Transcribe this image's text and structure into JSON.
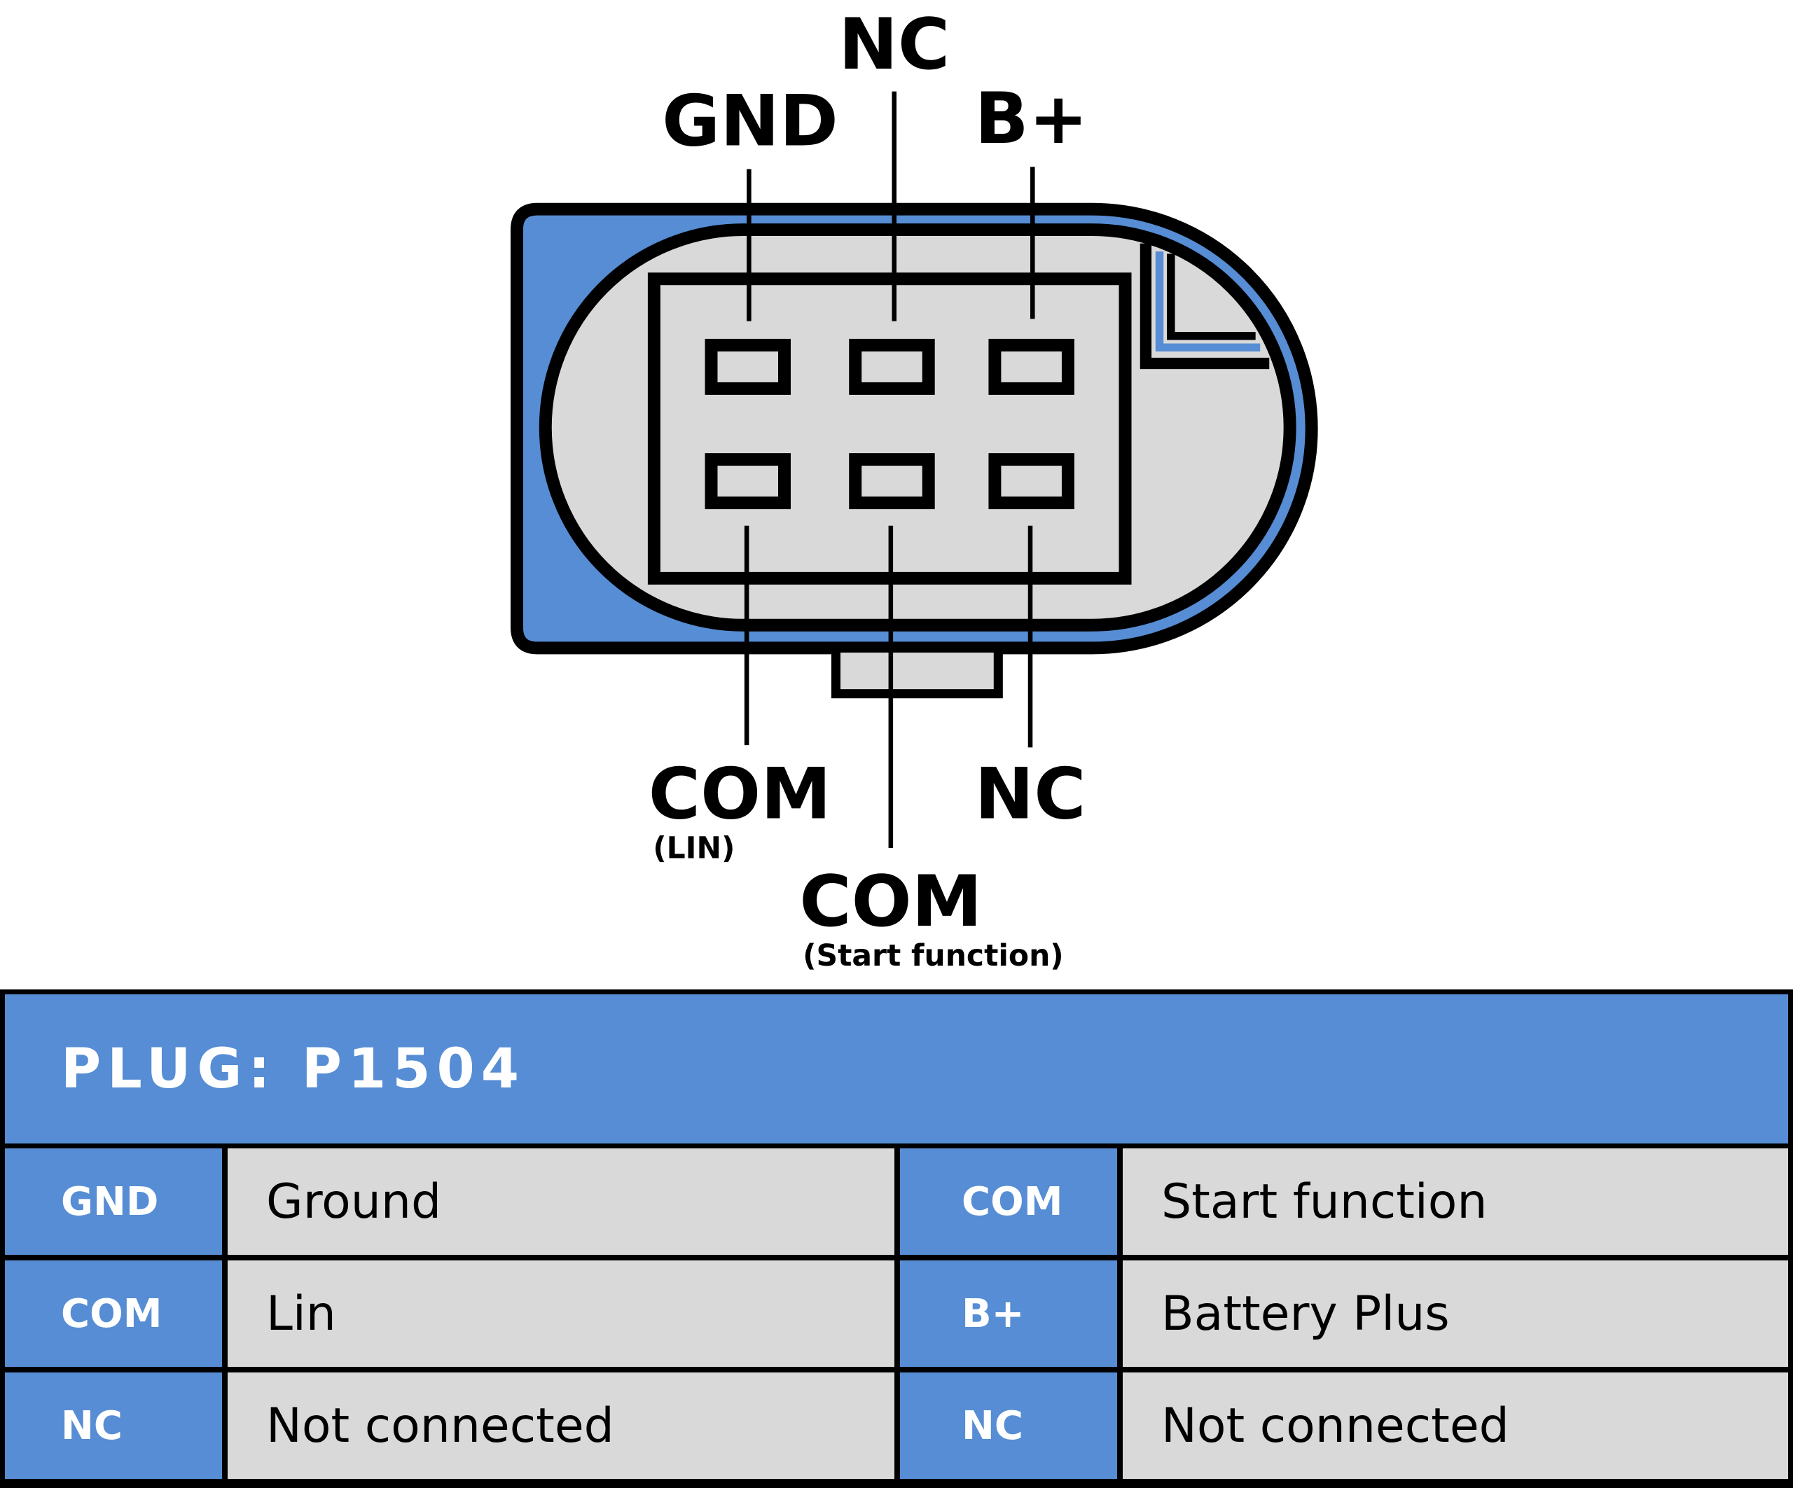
{
  "diagram": {
    "title": "Connector pinout diagram",
    "colors": {
      "housing_blue": "#568dd4",
      "face_gray": "#d9d9d9",
      "outline": "#000000",
      "background": "#ffffff"
    },
    "top_labels": [
      {
        "id": "gnd",
        "label": "GND"
      },
      {
        "id": "nc-top",
        "label": "NC"
      },
      {
        "id": "bplus",
        "label": "B+"
      }
    ],
    "bottom_labels": [
      {
        "id": "com-lin",
        "label": "COM",
        "sublabel": "(LIN)"
      },
      {
        "id": "com-start",
        "label": "COM",
        "sublabel": "(Start function)"
      },
      {
        "id": "nc-bottom",
        "label": "NC"
      }
    ],
    "pins_top_row": 3,
    "pins_bottom_row": 3
  },
  "table": {
    "title": "PLUG: P1504",
    "left_rows": [
      {
        "code": "GND",
        "description": "Ground"
      },
      {
        "code": "COM",
        "description": "Lin"
      },
      {
        "code": "NC",
        "description": "Not connected"
      }
    ],
    "right_rows": [
      {
        "code": "COM",
        "description": "Start function"
      },
      {
        "code": "B+",
        "description": "Battery Plus"
      },
      {
        "code": "NC",
        "description": "Not connected"
      }
    ]
  }
}
